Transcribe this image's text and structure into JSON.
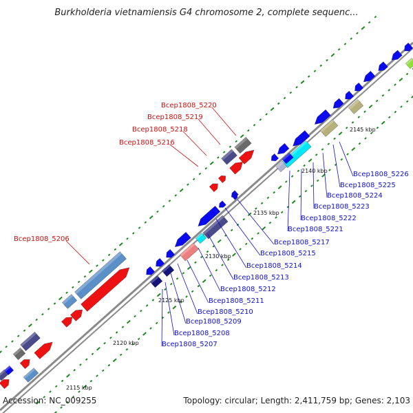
{
  "header": {
    "title": "Burkholderia vietnamiensis G4 chromosome 2, complete sequenc..."
  },
  "footer": {
    "accession": "Accession: NC_009255",
    "summary": "Topology: circular; Length: 2,411,759 bp; Genes: 2,103"
  },
  "colors": {
    "backbone": "#8a8a8a",
    "tick": "#1a8a1a",
    "gene_blue": "#0a0af0",
    "gene_red": "#ee1111",
    "steel": "#5b8fc8",
    "navy": "#14147a",
    "slate": "#4a4a8a",
    "gray": "#6a6a6a",
    "khaki": "#b8b07a",
    "cyan": "#00e8f8",
    "salmon": "#ec8080",
    "lavender": "#b0b0d0",
    "lime": "#90e040",
    "label_blue": "#1010cc",
    "label_red": "#cc1010"
  },
  "scale_labels": [
    "2115 kbp",
    "2120 kbp",
    "2125 kbp",
    "2130 kbp",
    "2135 kbp",
    "2140 kbp",
    "2145 kbp"
  ],
  "labels_red": [
    "Bcep1808_5220",
    "Bcep1808_5219",
    "Bcep1808_5218",
    "Bcep1808_5216",
    "Bcep1808_5206"
  ],
  "labels_blue": [
    "Bcep1808_5226",
    "Bcep1808_5225",
    "Bcep1808_5224",
    "Bcep1808_5223",
    "Bcep1808_5222",
    "Bcep1808_5221",
    "Bcep1808_5217",
    "Bcep1808_5215",
    "Bcep1808_5214",
    "Bcep1808_5213",
    "Bcep1808_5212",
    "Bcep1808_5211",
    "Bcep1808_5210",
    "Bcep1808_5209",
    "Bcep1808_5208",
    "Bcep1808_5207"
  ]
}
